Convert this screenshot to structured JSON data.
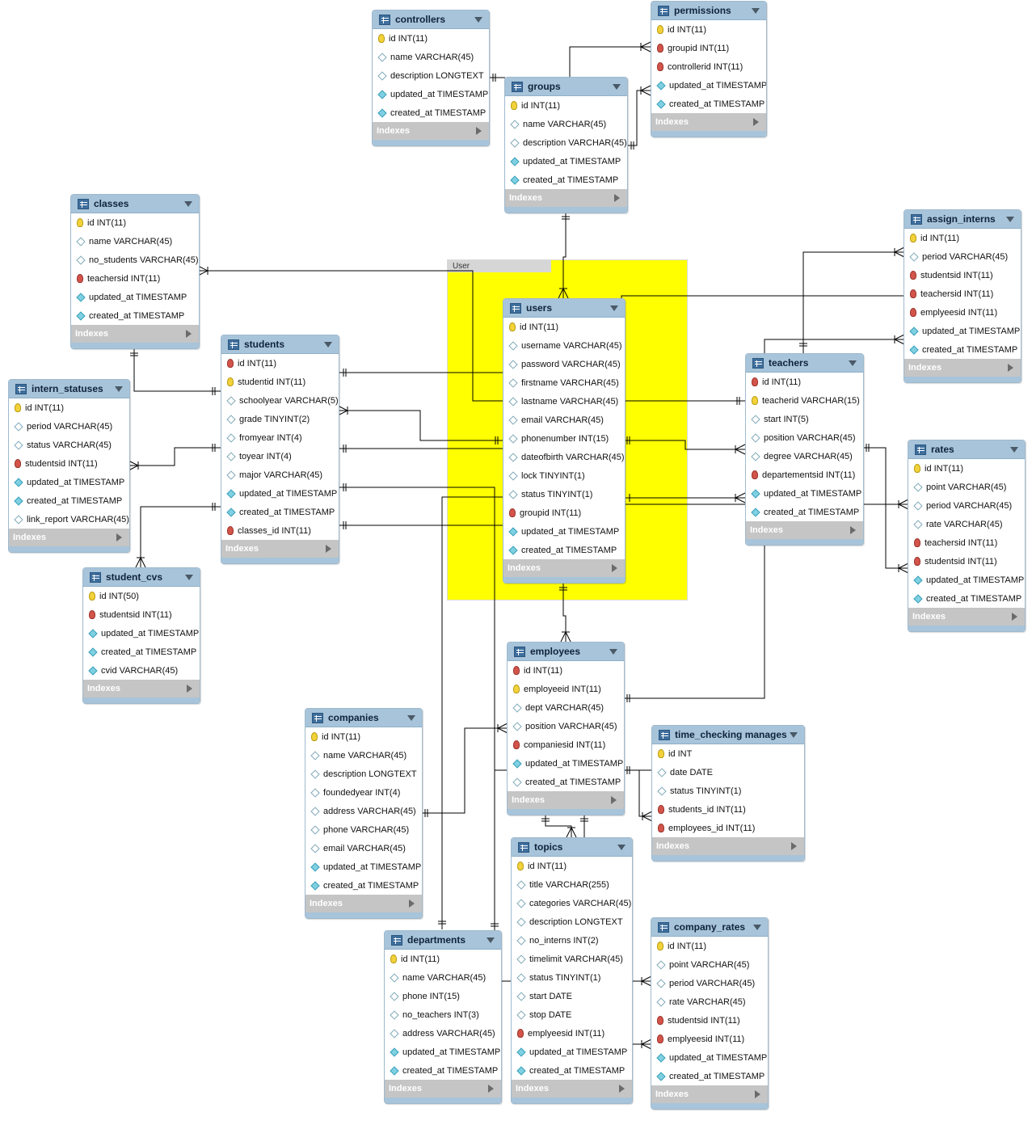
{
  "layer": {
    "label": "User",
    "color": "#ffff00"
  },
  "indexes_label": "Indexes",
  "tables": [
    {
      "key": "controllers",
      "name": "controllers",
      "columns": [
        {
          "label": "id INT(11)",
          "icon": "pk"
        },
        {
          "label": "name VARCHAR(45)",
          "icon": "col-n"
        },
        {
          "label": "description LONGTEXT",
          "icon": "col-n"
        },
        {
          "label": "updated_at TIMESTAMP",
          "icon": "col-f"
        },
        {
          "label": "created_at TIMESTAMP",
          "icon": "col-f"
        }
      ]
    },
    {
      "key": "permissions",
      "name": "permissions",
      "columns": [
        {
          "label": "id INT(11)",
          "icon": "pk"
        },
        {
          "label": "groupid INT(11)",
          "icon": "fk"
        },
        {
          "label": "controllerid INT(11)",
          "icon": "fk"
        },
        {
          "label": "updated_at TIMESTAMP",
          "icon": "col-f"
        },
        {
          "label": "created_at TIMESTAMP",
          "icon": "col-f"
        }
      ]
    },
    {
      "key": "groups",
      "name": "groups",
      "columns": [
        {
          "label": "id INT(11)",
          "icon": "pk"
        },
        {
          "label": "name VARCHAR(45)",
          "icon": "col-n"
        },
        {
          "label": "description VARCHAR(45)",
          "icon": "col-n"
        },
        {
          "label": "updated_at TIMESTAMP",
          "icon": "col-f"
        },
        {
          "label": "created_at TIMESTAMP",
          "icon": "col-f"
        }
      ]
    },
    {
      "key": "classes",
      "name": "classes",
      "columns": [
        {
          "label": "id INT(11)",
          "icon": "pk"
        },
        {
          "label": "name VARCHAR(45)",
          "icon": "col-n"
        },
        {
          "label": "no_students VARCHAR(45)",
          "icon": "col-n"
        },
        {
          "label": "teachersid INT(11)",
          "icon": "fk"
        },
        {
          "label": "updated_at TIMESTAMP",
          "icon": "col-f"
        },
        {
          "label": "created_at TIMESTAMP",
          "icon": "col-f"
        }
      ]
    },
    {
      "key": "assign_interns",
      "name": "assign_interns",
      "columns": [
        {
          "label": "id INT(11)",
          "icon": "pk"
        },
        {
          "label": "period VARCHAR(45)",
          "icon": "col-n"
        },
        {
          "label": "studentsid INT(11)",
          "icon": "fk"
        },
        {
          "label": "teachersid INT(11)",
          "icon": "fk"
        },
        {
          "label": "emplyeesid INT(11)",
          "icon": "fk"
        },
        {
          "label": "updated_at TIMESTAMP",
          "icon": "col-f"
        },
        {
          "label": "created_at TIMESTAMP",
          "icon": "col-f"
        }
      ]
    },
    {
      "key": "users",
      "name": "users",
      "columns": [
        {
          "label": "id INT(11)",
          "icon": "pk"
        },
        {
          "label": "username VARCHAR(45)",
          "icon": "col-n"
        },
        {
          "label": "password VARCHAR(45)",
          "icon": "col-n"
        },
        {
          "label": "firstname VARCHAR(45)",
          "icon": "col-n"
        },
        {
          "label": "lastname VARCHAR(45)",
          "icon": "col-n"
        },
        {
          "label": "email VARCHAR(45)",
          "icon": "col-n"
        },
        {
          "label": "phonenumber INT(15)",
          "icon": "col-n"
        },
        {
          "label": "dateofbirth VARCHAR(45)",
          "icon": "col-n"
        },
        {
          "label": "lock TINYINT(1)",
          "icon": "col-n"
        },
        {
          "label": "status TINYINT(1)",
          "icon": "col-n"
        },
        {
          "label": "groupid INT(11)",
          "icon": "fk"
        },
        {
          "label": "updated_at TIMESTAMP",
          "icon": "col-f"
        },
        {
          "label": "created_at TIMESTAMP",
          "icon": "col-f"
        }
      ]
    },
    {
      "key": "students",
      "name": "students",
      "columns": [
        {
          "label": "id INT(11)",
          "icon": "fk"
        },
        {
          "label": "studentid INT(11)",
          "icon": "pk"
        },
        {
          "label": "schoolyear VARCHAR(5)",
          "icon": "col-n"
        },
        {
          "label": "grade TINYINT(2)",
          "icon": "col-n"
        },
        {
          "label": "fromyear INT(4)",
          "icon": "col-n"
        },
        {
          "label": "toyear INT(4)",
          "icon": "col-n"
        },
        {
          "label": "major VARCHAR(45)",
          "icon": "col-n"
        },
        {
          "label": "updated_at TIMESTAMP",
          "icon": "col-f"
        },
        {
          "label": "created_at TIMESTAMP",
          "icon": "col-f"
        },
        {
          "label": "classes_id INT(11)",
          "icon": "fk"
        }
      ]
    },
    {
      "key": "intern_statuses",
      "name": "intern_statuses",
      "columns": [
        {
          "label": "id INT(11)",
          "icon": "pk"
        },
        {
          "label": "period VARCHAR(45)",
          "icon": "col-n"
        },
        {
          "label": "status VARCHAR(45)",
          "icon": "col-n"
        },
        {
          "label": "studentsid INT(11)",
          "icon": "fk"
        },
        {
          "label": "updated_at TIMESTAMP",
          "icon": "col-f"
        },
        {
          "label": "created_at TIMESTAMP",
          "icon": "col-f"
        },
        {
          "label": "link_report VARCHAR(45)",
          "icon": "col-n"
        }
      ]
    },
    {
      "key": "teachers",
      "name": "teachers",
      "columns": [
        {
          "label": "id INT(11)",
          "icon": "fk"
        },
        {
          "label": "teacherid VARCHAR(15)",
          "icon": "pk"
        },
        {
          "label": "start INT(5)",
          "icon": "col-n"
        },
        {
          "label": "position VARCHAR(45)",
          "icon": "col-n"
        },
        {
          "label": "degree VARCHAR(45)",
          "icon": "col-n"
        },
        {
          "label": "departementsid INT(11)",
          "icon": "fk"
        },
        {
          "label": "updated_at TIMESTAMP",
          "icon": "col-f"
        },
        {
          "label": "created_at TIMESTAMP",
          "icon": "col-f"
        }
      ]
    },
    {
      "key": "rates",
      "name": "rates",
      "columns": [
        {
          "label": "id INT(11)",
          "icon": "pk"
        },
        {
          "label": "point VARCHAR(45)",
          "icon": "col-n"
        },
        {
          "label": "period VARCHAR(45)",
          "icon": "col-n"
        },
        {
          "label": "rate VARCHAR(45)",
          "icon": "col-n"
        },
        {
          "label": "teachersid INT(11)",
          "icon": "fk"
        },
        {
          "label": "studentsid INT(11)",
          "icon": "fk"
        },
        {
          "label": "updated_at TIMESTAMP",
          "icon": "col-f"
        },
        {
          "label": "created_at TIMESTAMP",
          "icon": "col-f"
        }
      ]
    },
    {
      "key": "student_cvs",
      "name": "student_cvs",
      "columns": [
        {
          "label": "id INT(50)",
          "icon": "pk"
        },
        {
          "label": "studentsid INT(11)",
          "icon": "fk"
        },
        {
          "label": "updated_at TIMESTAMP",
          "icon": "col-f"
        },
        {
          "label": "created_at TIMESTAMP",
          "icon": "col-f"
        },
        {
          "label": "cvid VARCHAR(45)",
          "icon": "col-f"
        }
      ]
    },
    {
      "key": "employees",
      "name": "employees",
      "columns": [
        {
          "label": "id INT(11)",
          "icon": "fk"
        },
        {
          "label": "employeeid INT(11)",
          "icon": "pk"
        },
        {
          "label": "dept VARCHAR(45)",
          "icon": "col-n"
        },
        {
          "label": "position VARCHAR(45)",
          "icon": "col-n"
        },
        {
          "label": "companiesid INT(11)",
          "icon": "fk"
        },
        {
          "label": "updated_at TIMESTAMP",
          "icon": "col-f"
        },
        {
          "label": "created_at TIMESTAMP",
          "icon": "col-n"
        }
      ]
    },
    {
      "key": "companies",
      "name": "companies",
      "columns": [
        {
          "label": "id INT(11)",
          "icon": "pk"
        },
        {
          "label": "name VARCHAR(45)",
          "icon": "col-n"
        },
        {
          "label": "description LONGTEXT",
          "icon": "col-n"
        },
        {
          "label": "foundedyear INT(4)",
          "icon": "col-n"
        },
        {
          "label": "address VARCHAR(45)",
          "icon": "col-n"
        },
        {
          "label": "phone VARCHAR(45)",
          "icon": "col-n"
        },
        {
          "label": "email VARCHAR(45)",
          "icon": "col-n"
        },
        {
          "label": "updated_at TIMESTAMP",
          "icon": "col-f"
        },
        {
          "label": "created_at TIMESTAMP",
          "icon": "col-f"
        }
      ]
    },
    {
      "key": "time_checking_manages",
      "name": "time_checking manages",
      "columns": [
        {
          "label": "id INT",
          "icon": "pk"
        },
        {
          "label": "date DATE",
          "icon": "col-n"
        },
        {
          "label": "status TINYINT(1)",
          "icon": "col-n"
        },
        {
          "label": "students_id INT(11)",
          "icon": "fk"
        },
        {
          "label": "employees_id INT(11)",
          "icon": "fk"
        }
      ]
    },
    {
      "key": "topics",
      "name": "topics",
      "columns": [
        {
          "label": "id INT(11)",
          "icon": "pk"
        },
        {
          "label": "title VARCHAR(255)",
          "icon": "col-n"
        },
        {
          "label": "categories VARCHAR(45)",
          "icon": "col-n"
        },
        {
          "label": "description LONGTEXT",
          "icon": "col-n"
        },
        {
          "label": "no_interns INT(2)",
          "icon": "col-n"
        },
        {
          "label": "timelimit VARCHAR(45)",
          "icon": "col-n"
        },
        {
          "label": "status TINYINT(1)",
          "icon": "col-n"
        },
        {
          "label": "start DATE",
          "icon": "col-n"
        },
        {
          "label": "stop DATE",
          "icon": "col-n"
        },
        {
          "label": "emplyeesid INT(11)",
          "icon": "fk"
        },
        {
          "label": "updated_at TIMESTAMP",
          "icon": "col-f"
        },
        {
          "label": "created_at TIMESTAMP",
          "icon": "col-f"
        }
      ]
    },
    {
      "key": "departments",
      "name": "departments",
      "columns": [
        {
          "label": "id INT(11)",
          "icon": "pk"
        },
        {
          "label": "name VARCHAR(45)",
          "icon": "col-n"
        },
        {
          "label": "phone INT(15)",
          "icon": "col-n"
        },
        {
          "label": "no_teachers INT(3)",
          "icon": "col-n"
        },
        {
          "label": "address VARCHAR(45)",
          "icon": "col-n"
        },
        {
          "label": "updated_at TIMESTAMP",
          "icon": "col-f"
        },
        {
          "label": "created_at TIMESTAMP",
          "icon": "col-f"
        }
      ]
    },
    {
      "key": "company_rates",
      "name": "company_rates",
      "columns": [
        {
          "label": "id INT(11)",
          "icon": "pk"
        },
        {
          "label": "point VARCHAR(45)",
          "icon": "col-n"
        },
        {
          "label": "period VARCHAR(45)",
          "icon": "col-n"
        },
        {
          "label": "rate VARCHAR(45)",
          "icon": "col-n"
        },
        {
          "label": "studentsid INT(11)",
          "icon": "fk"
        },
        {
          "label": "emplyeesid INT(11)",
          "icon": "fk"
        },
        {
          "label": "updated_at TIMESTAMP",
          "icon": "col-f"
        },
        {
          "label": "created_at TIMESTAMP",
          "icon": "col-f"
        }
      ]
    }
  ]
}
